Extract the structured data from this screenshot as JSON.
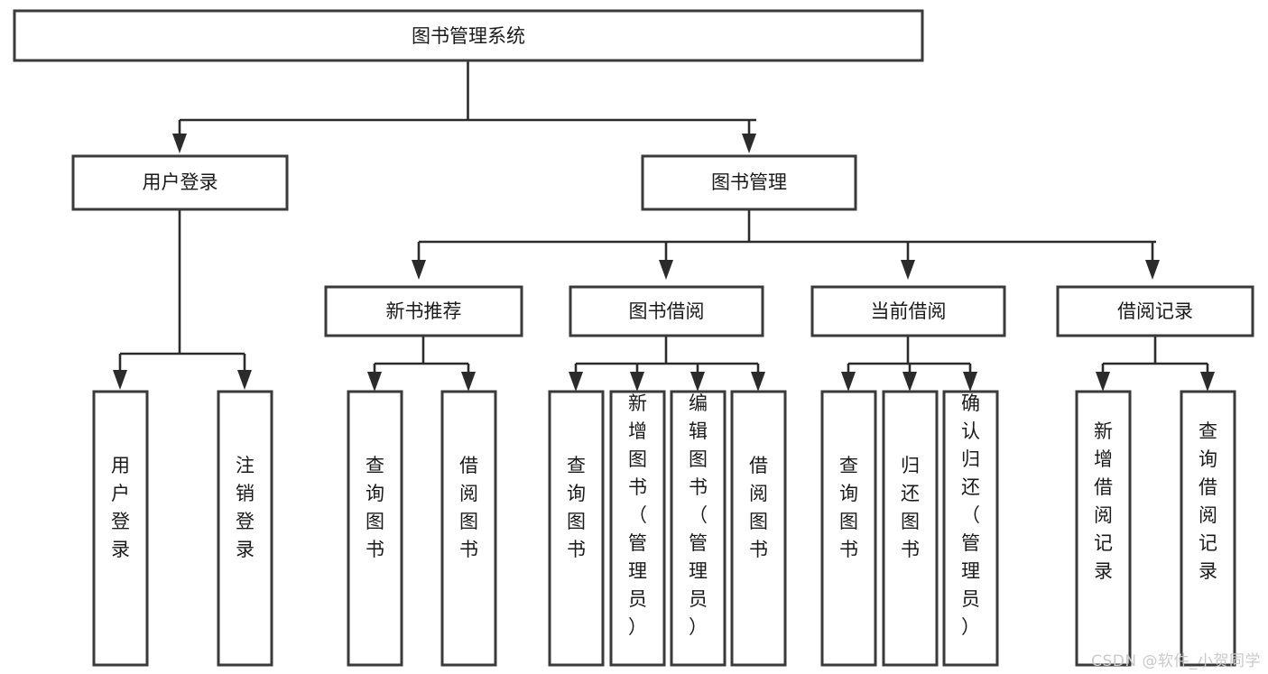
{
  "diagram": {
    "title": "图书管理系统",
    "watermark": "CSDN @软件_小贺同学",
    "colors": {
      "box_fill": "#ffffff",
      "box_stroke": "#3a3a3a",
      "connector": "#2b2b2b",
      "text": "#1a1a1a",
      "watermark": "#c9c9c9",
      "background": "#ffffff"
    },
    "root": {
      "label": "图书管理系统"
    },
    "level2": [
      {
        "label": "用户登录"
      },
      {
        "label": "图书管理"
      }
    ],
    "level3": [
      {
        "label": "新书推荐"
      },
      {
        "label": "图书借阅"
      },
      {
        "label": "当前借阅"
      },
      {
        "label": "借阅记录"
      }
    ],
    "leaves": {
      "user_login": [
        {
          "label": "用户登录"
        },
        {
          "label": "注销登录"
        }
      ],
      "new_book_recommend": [
        {
          "label": "查询图书"
        },
        {
          "label": "借阅图书"
        }
      ],
      "book_borrow": [
        {
          "label": "查询图书"
        },
        {
          "label": "新增图书（管理员）"
        },
        {
          "label": "编辑图书（管理员）"
        },
        {
          "label": "借阅图书"
        }
      ],
      "current_borrow": [
        {
          "label": "查询图书"
        },
        {
          "label": "归还图书"
        },
        {
          "label": "确认归还（管理员）"
        }
      ],
      "borrow_record": [
        {
          "label": "新增借阅记录"
        },
        {
          "label": "查询借阅记录"
        }
      ]
    }
  }
}
